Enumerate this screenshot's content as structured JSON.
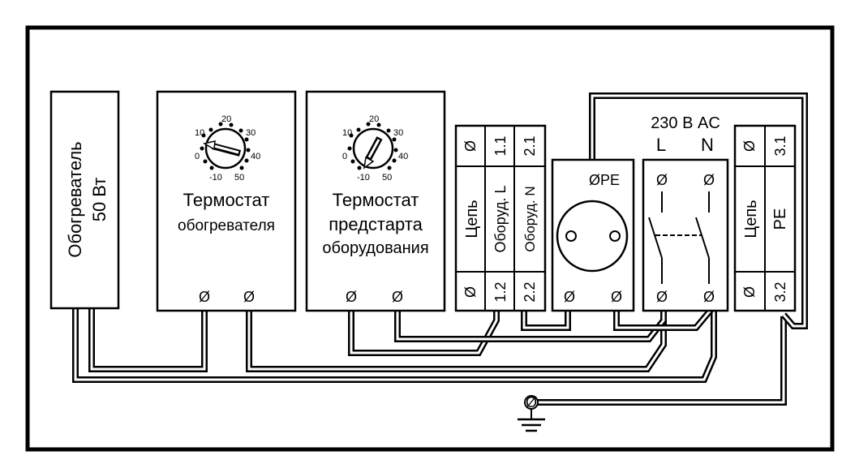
{
  "heater": {
    "line1": "Обогреватель",
    "line2": "50 Вт"
  },
  "thermostat_heater": {
    "line1": "Термостат",
    "line2": "обогревателя",
    "dial_labels": [
      "-10",
      "0",
      "10",
      "20",
      "30",
      "40",
      "50"
    ]
  },
  "thermostat_equipment": {
    "line1": "Термостат",
    "line2": "предстарта",
    "line3": "оборудования",
    "dial_labels": [
      "-10",
      "0",
      "10",
      "20",
      "30",
      "40",
      "50"
    ]
  },
  "terminal_block_1": {
    "col_a": {
      "top": "Ø",
      "label": "Цепь",
      "bottom": "Ø"
    },
    "col_b": {
      "top": "1.1",
      "label": "Оборуд. L",
      "bottom": "1.2"
    },
    "col_c": {
      "top": "2.1",
      "label": "Оборуд. N",
      "bottom": "2.2"
    }
  },
  "socket": {
    "pe_label": "ØPE",
    "screw": "Ø"
  },
  "breaker": {
    "supply": "230 В AC",
    "l": "L",
    "n": "N",
    "screw": "Ø"
  },
  "terminal_block_2": {
    "col_a": {
      "top": "Ø",
      "label": "Цепь",
      "bottom": "Ø"
    },
    "col_b": {
      "top": "3.1",
      "label": "PE",
      "bottom": "3.2"
    }
  },
  "ground": {
    "screw": "Ø"
  },
  "screw_symbol": "Ø"
}
